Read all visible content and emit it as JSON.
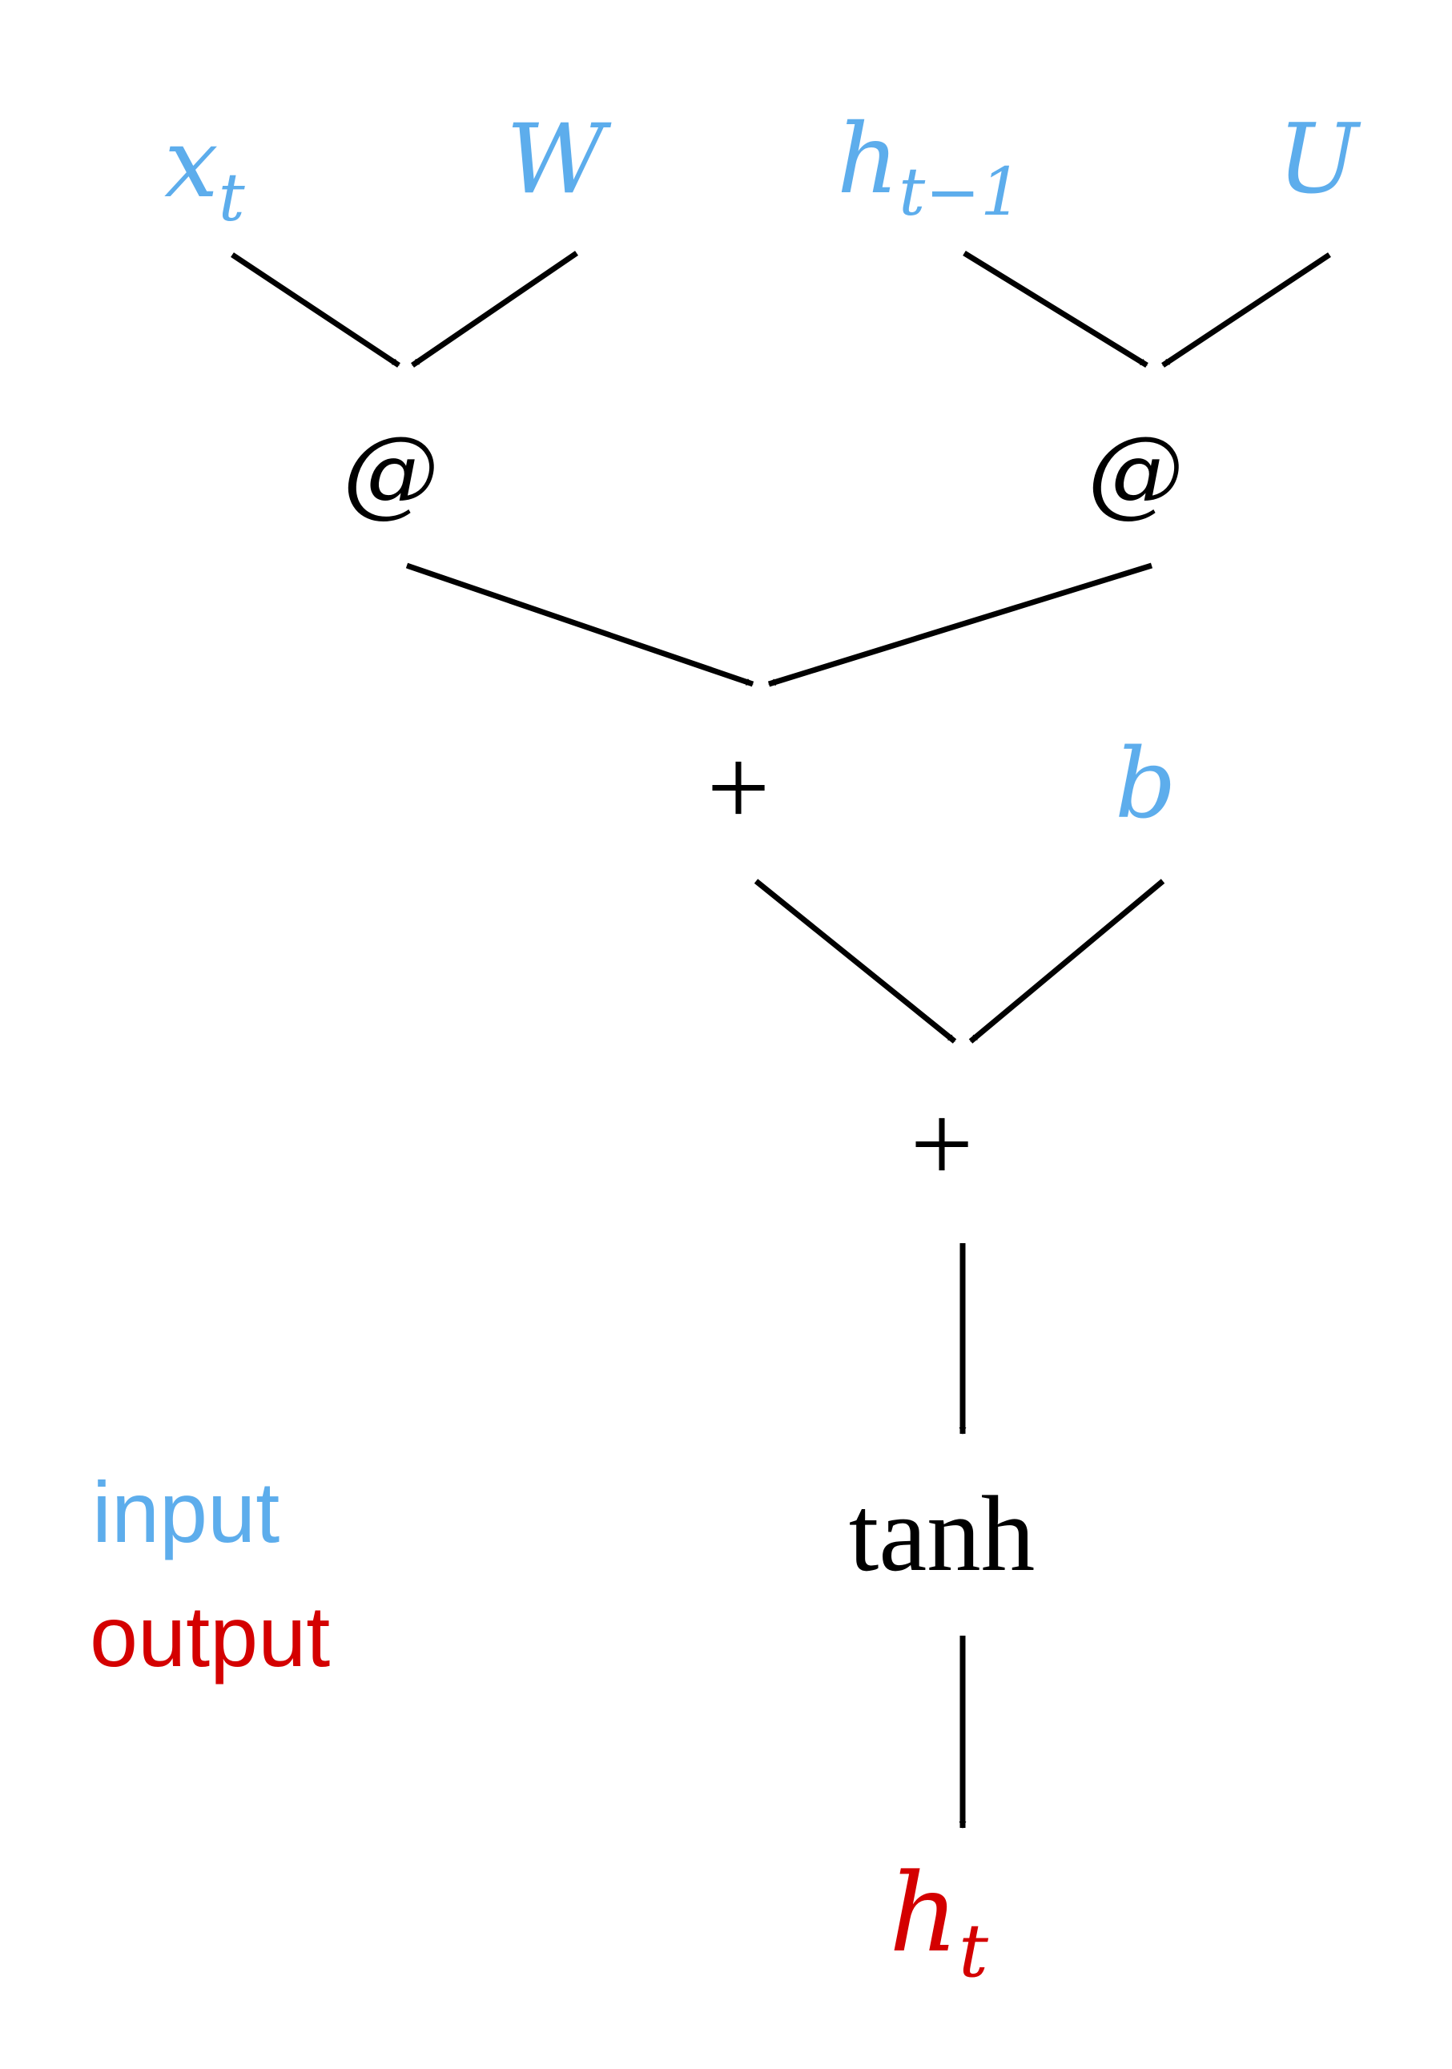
{
  "colors": {
    "input": "#5DADEC",
    "output": "#D40000",
    "operation": "#000000",
    "edge": "#000000"
  },
  "inputs": {
    "x": {
      "base": "x",
      "sub": "t"
    },
    "W": {
      "base": "W",
      "sub": ""
    },
    "h_prev": {
      "base": "h",
      "sub": "t−1"
    },
    "U": {
      "base": "U",
      "sub": ""
    },
    "b": {
      "base": "b",
      "sub": ""
    }
  },
  "operations": {
    "matmul_left": "@",
    "matmul_right": "@",
    "add_first": "+",
    "add_second": "+",
    "activation": "tanh"
  },
  "output": {
    "base": "h",
    "sub": "t"
  },
  "legend": {
    "input_label": "input",
    "output_label": "output"
  }
}
